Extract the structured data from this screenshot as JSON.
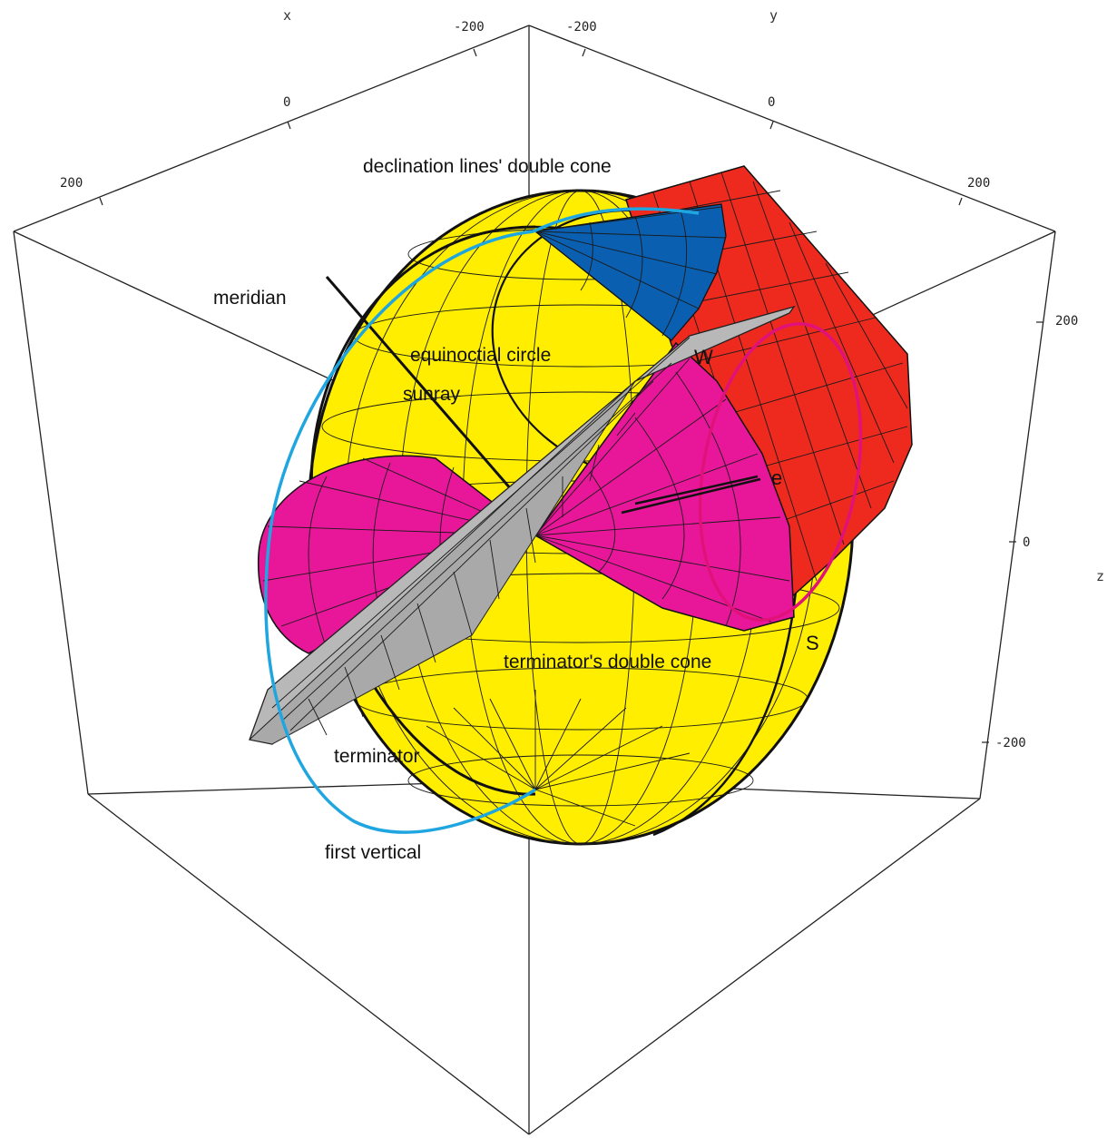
{
  "axes": {
    "x": {
      "title": "x",
      "ticks": [
        "-200",
        "0",
        "200"
      ]
    },
    "y": {
      "title": "y",
      "ticks": [
        "-200",
        "0",
        "200"
      ]
    },
    "z": {
      "title": "z",
      "ticks": [
        "200",
        "0",
        "-200"
      ]
    }
  },
  "labels": {
    "declination_cone": "declination lines' double cone",
    "meridian": "meridian",
    "equinoctial_circle": "equinoctial circle",
    "sunray": "sunray",
    "w": "W",
    "e": "e",
    "s": "S",
    "terminator_cone": "terminator's double cone",
    "terminator": "terminator",
    "first_vertical": "first vertical"
  },
  "colors": {
    "sphere": "#ffee00",
    "declination_cone_blue": "#0a5fb0",
    "red_surface": "#ee2a1e",
    "terminator_cone_magenta": "#e8179a",
    "terminator_plane_gray": "#b8b8b8",
    "first_vertical_cyan": "#1fa6e0",
    "equinoctial_magenta_ring": "#e0127a",
    "mesh_lines": "#1a1a1a"
  }
}
